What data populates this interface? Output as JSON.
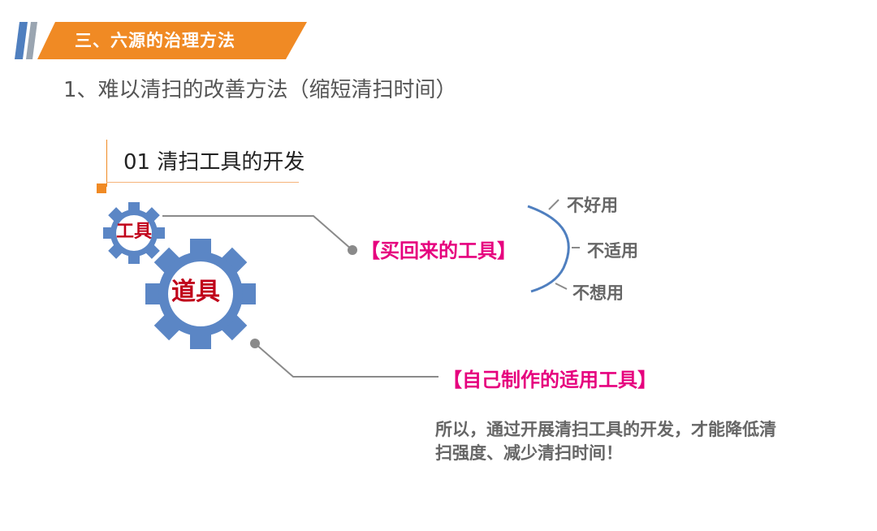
{
  "header": {
    "section_title": "三、六源的治理方法",
    "colors": {
      "accent": "#f08a24",
      "stripe_blue": "#4f7fbf",
      "stripe_gray": "#9aa5b1"
    }
  },
  "subtitle": "1、难以清扫的改善方法（缩短清扫时间）",
  "section": {
    "title": "01 清扫工具的开发"
  },
  "diagram": {
    "gear_small_label": "工具",
    "gear_big_label": "道具",
    "gear_color": "#5b86c5",
    "bought_tools": "【买回来的工具】",
    "bought_issues": [
      "不好用",
      "不适用",
      "不想用"
    ],
    "self_made_tools": "【自己制作的适用工具】",
    "highlight_color": "#e6007e",
    "gear_label_color": "#c0001a"
  },
  "conclusion": {
    "line1": "所以，通过开展清扫工具的开发，才能降低清",
    "line2": "扫强度、减少清扫时间！"
  }
}
